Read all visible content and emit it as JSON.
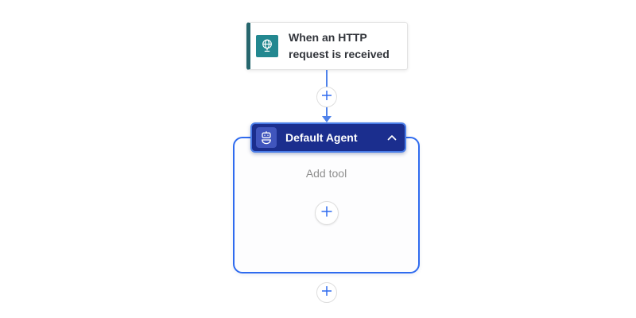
{
  "trigger_card": {
    "title": "When an HTTP request is received",
    "icon": "http-request-globe-icon",
    "icon_bg": "#238890",
    "stripe_color": "#26666d"
  },
  "connector": {
    "line_color": "#4f82ea",
    "insert_step_icon": "plus-icon"
  },
  "agent_card": {
    "title": "Default Agent",
    "icon": "agent-robot-icon",
    "header_bg": "#1b2e8e",
    "header_border": "#4a7de8",
    "chip_bg": "#4055bd",
    "container_border": "#2f6bef",
    "collapse_icon": "chevron-up-icon",
    "add_tool_label": "Add tool",
    "add_tool_icon": "plus-icon",
    "insert_after_icon": "plus-icon"
  },
  "colors": {
    "plus_blue": "#2f6bef",
    "canvas_bg": "#ffffff"
  }
}
